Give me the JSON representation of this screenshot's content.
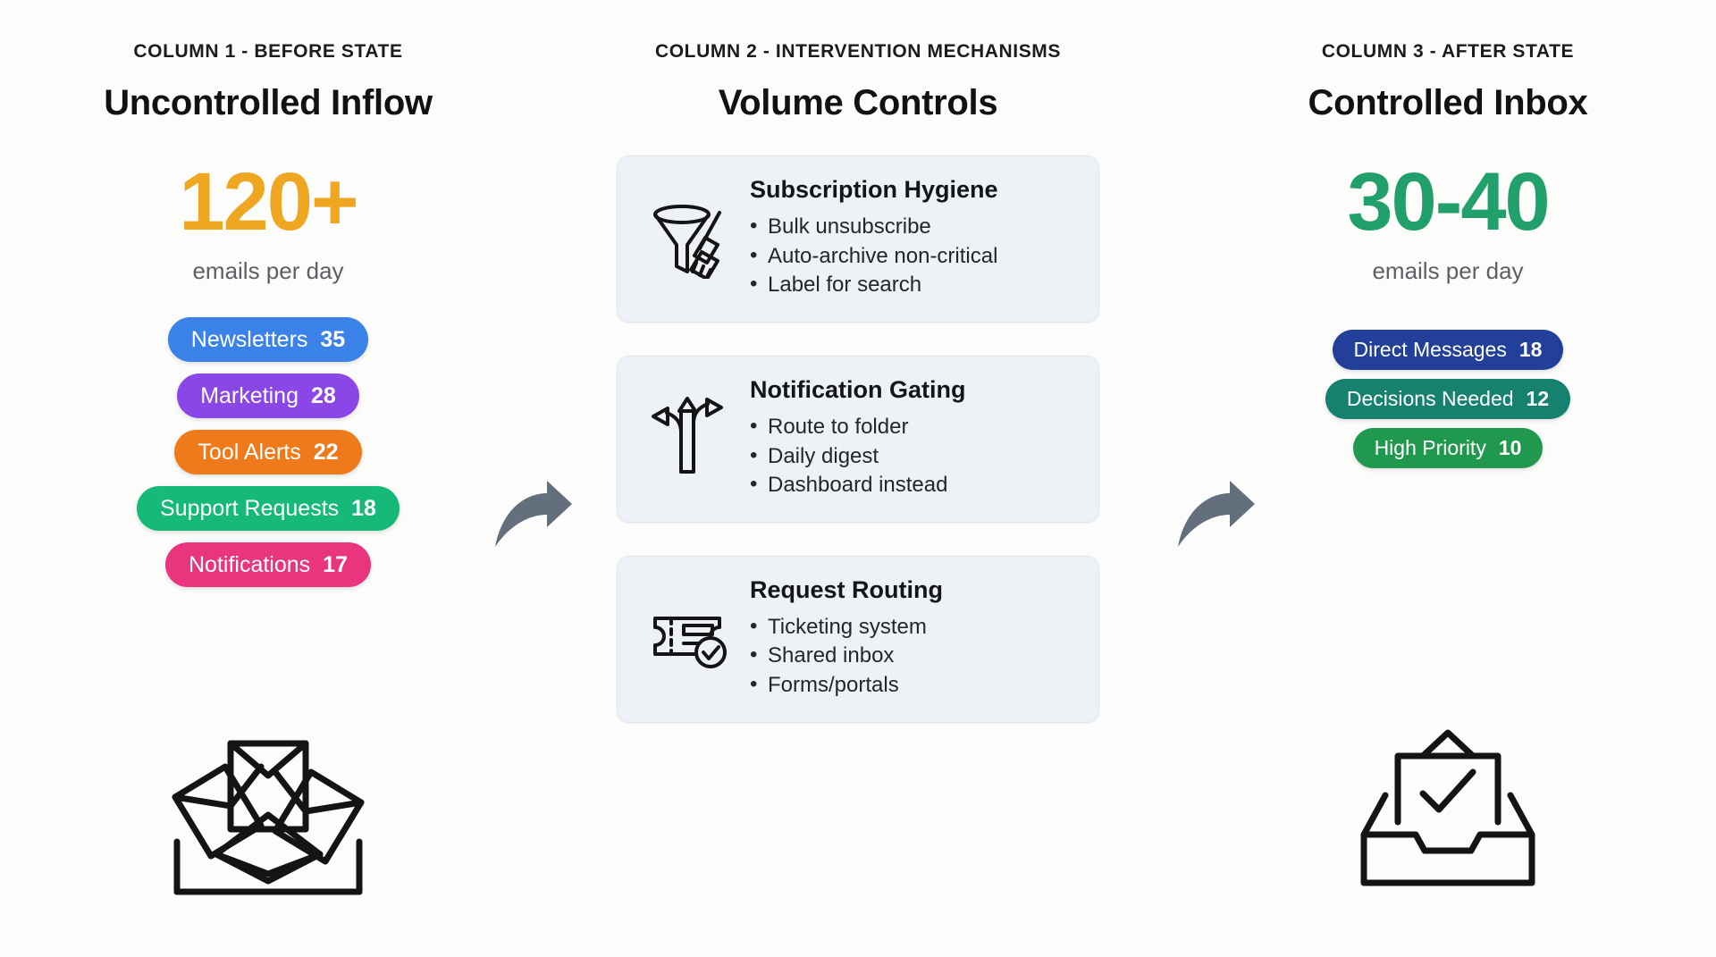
{
  "colors": {
    "background": "#FCFCFB",
    "before_accent": "#EFA722",
    "after_accent": "#21A06B",
    "card_bg": "#EEF1F5",
    "card_border": "#E0E5EC",
    "arrow": "#646F7D",
    "icon_stroke": "#141414"
  },
  "columns": [
    {
      "eyebrow": "COLUMN 1 - BEFORE STATE",
      "title": "Uncontrolled Inflow",
      "stat": "120+",
      "stat_sub": "emails per day",
      "icon": "overflowing-envelopes-icon",
      "pills": [
        {
          "label": "Newsletters",
          "count": "35",
          "color": "#3B82E8"
        },
        {
          "label": "Marketing",
          "count": "28",
          "color": "#8B46E8"
        },
        {
          "label": "Tool Alerts",
          "count": "22",
          "color": "#EE7A1B"
        },
        {
          "label": "Support Requests",
          "count": "18",
          "color": "#17B978"
        },
        {
          "label": "Notifications",
          "count": "17",
          "color": "#E8357E"
        }
      ]
    },
    {
      "eyebrow": "COLUMN 2 - INTERVENTION MECHANISMS",
      "title": "Volume Controls",
      "cards": [
        {
          "icon": "funnel-broom-icon",
          "title": "Subscription Hygiene",
          "bullets": [
            "Bulk unsubscribe",
            "Auto-archive non-critical",
            "Label for search"
          ]
        },
        {
          "icon": "three-way-arrows-icon",
          "title": "Notification Gating",
          "bullets": [
            "Route to folder",
            "Daily digest",
            "Dashboard instead"
          ]
        },
        {
          "icon": "ticket-check-icon",
          "title": "Request Routing",
          "bullets": [
            "Ticketing system",
            "Shared inbox",
            "Forms/portals"
          ]
        }
      ]
    },
    {
      "eyebrow": "COLUMN 3 - AFTER STATE",
      "title": "Controlled Inbox",
      "stat": "30-40",
      "stat_sub": "emails per day",
      "icon": "inbox-check-icon",
      "pills": [
        {
          "label": "Direct Messages",
          "count": "18",
          "color": "#22409A"
        },
        {
          "label": "Decisions Needed",
          "count": "12",
          "color": "#16816F"
        },
        {
          "label": "High Priority",
          "count": "10",
          "color": "#20994F"
        }
      ]
    }
  ],
  "arrows": [
    {
      "name": "flow-arrow-1"
    },
    {
      "name": "flow-arrow-2"
    }
  ]
}
